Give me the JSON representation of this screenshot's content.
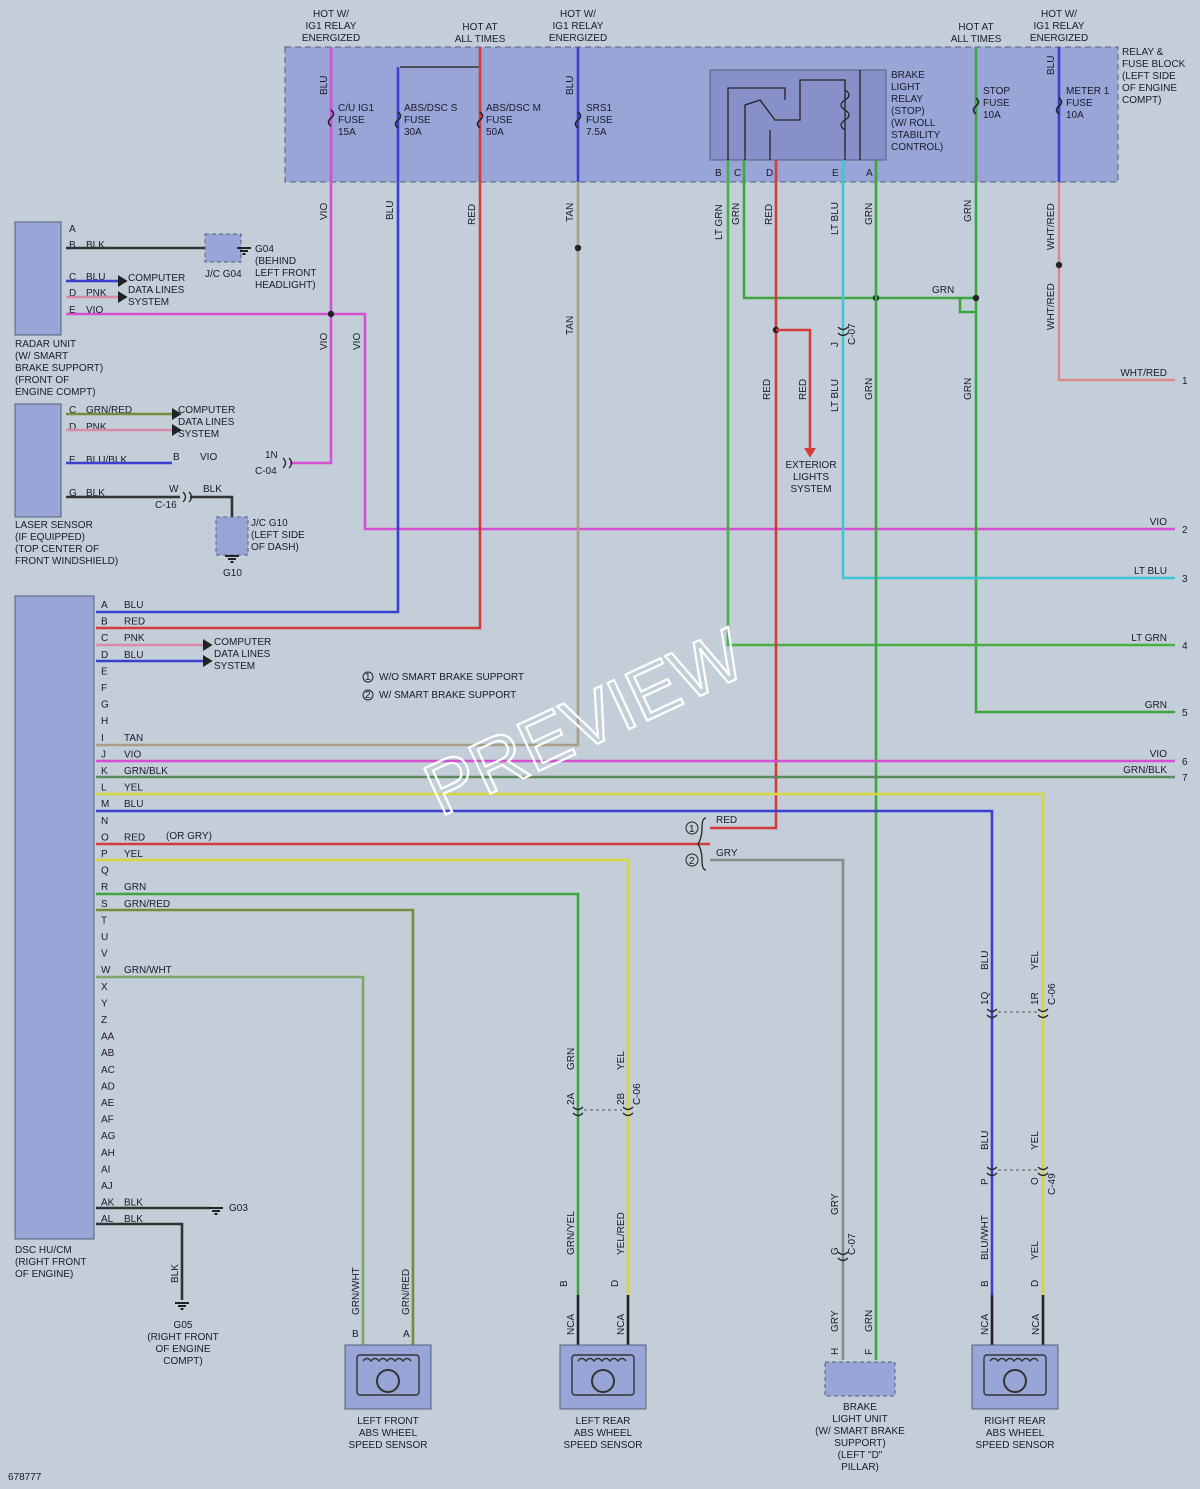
{
  "figure_id": "678777",
  "watermark": "PREVIEW",
  "legend": {
    "note1": "W/O SMART BRAKE SUPPORT",
    "note2": "W/ SMART BRAKE SUPPORT",
    "mark1": "1",
    "mark2": "2"
  },
  "colors": {
    "background": "#c3ced9",
    "block": "#98a5d6",
    "VIO": "#d54fd2",
    "BLU": "#3a3fd0",
    "RED": "#d63a3a",
    "TAN": "#a89e88",
    "GRN": "#3fa63f",
    "LT_GRN": "#46b046",
    "LT_BLU": "#3fc6d6",
    "WHT_RED": "#d98a8a",
    "YEL": "#d6d63f",
    "GRY": "#8a8a8a",
    "BLK": "#333333",
    "GRN_BLK": "#5c8a5c",
    "GRN_RED": "#7a8a3a",
    "GRN_WHT": "#7ea66a",
    "PNK": "#d88aa6"
  },
  "power": {
    "hot_ig1_1": "HOT W/\nIG1 RELAY\nENERGIZED",
    "hot_always_1": "HOT AT\nALL TIMES",
    "hot_ig1_2": "HOT W/\nIG1 RELAY\nENERGIZED",
    "hot_always_2": "HOT AT\nALL TIMES",
    "hot_ig1_3": "HOT W/\nIG1 RELAY\nENERGIZED"
  },
  "fuse_block": {
    "label": "RELAY &\nFUSE BLOCK\n(LEFT SIDE\nOF ENGINE\nCOMPT)",
    "fuses": [
      {
        "name": "C/U IG1\nFUSE\n15A"
      },
      {
        "name": "ABS/DSC S\nFUSE\n30A"
      },
      {
        "name": "ABS/DSC M\nFUSE\n50A"
      },
      {
        "name": "SRS1\nFUSE\n7.5A"
      },
      {
        "name": "STOP\nFUSE\n10A"
      },
      {
        "name": "METER 1\nFUSE\n10A"
      }
    ],
    "relay": "BRAKE\nLIGHT\nRELAY\n(STOP)\n(W/ ROLL\nSTABILITY\nCONTROL)",
    "relay_pins": [
      "B",
      "C",
      "D",
      "E",
      "A"
    ]
  },
  "radar": {
    "label": "RADAR UNIT\n(W/ SMART\nBRAKE SUPPORT)\n(FRONT OF\nENGINE COMPT)",
    "pins": [
      {
        "pin": "A",
        "wire": ""
      },
      {
        "pin": "B",
        "wire": "BLK"
      },
      {
        "pin": "C",
        "wire": "BLU"
      },
      {
        "pin": "D",
        "wire": "PNK"
      },
      {
        "pin": "E",
        "wire": "VIO"
      }
    ],
    "cdls": "COMPUTER\nDATA LINES\nSYSTEM",
    "jc": "J/C G04",
    "ground": "G04\n(BEHIND\nLEFT FRONT\nHEADLIGHT)"
  },
  "laser": {
    "label": "LASER SENSOR\n(IF EQUIPPED)\n(TOP CENTER OF\nFRONT WINDSHIELD)",
    "pins": [
      {
        "pin": "C",
        "wire": "GRN/RED"
      },
      {
        "pin": "D",
        "wire": "PNK"
      },
      {
        "pin": "E",
        "wire": "BLU/BLK"
      },
      {
        "pin": "G",
        "wire": "BLK"
      }
    ],
    "cdls": "COMPUTER\nDATA LINES\nSYSTEM",
    "b_pin": "B",
    "b_wire": "VIO",
    "conn_1n": "1N",
    "c04": "C-04",
    "w_pin": "W",
    "w_wire": "BLK",
    "c16": "C-16",
    "jc": "J/C G10\n(LEFT SIDE\nOF DASH)",
    "ground": "G10"
  },
  "dsc": {
    "label": "DSC HU/CM\n(RIGHT FRONT\nOF ENGINE)",
    "pins": [
      {
        "pin": "A",
        "wire": "BLU"
      },
      {
        "pin": "B",
        "wire": "RED"
      },
      {
        "pin": "C",
        "wire": "PNK"
      },
      {
        "pin": "D",
        "wire": "BLU"
      },
      {
        "pin": "E",
        "wire": ""
      },
      {
        "pin": "F",
        "wire": ""
      },
      {
        "pin": "G",
        "wire": ""
      },
      {
        "pin": "H",
        "wire": ""
      },
      {
        "pin": "I",
        "wire": "TAN"
      },
      {
        "pin": "J",
        "wire": "VIO"
      },
      {
        "pin": "K",
        "wire": "GRN/BLK"
      },
      {
        "pin": "L",
        "wire": "YEL"
      },
      {
        "pin": "M",
        "wire": "BLU"
      },
      {
        "pin": "N",
        "wire": ""
      },
      {
        "pin": "O",
        "wire": "RED"
      },
      {
        "pin": "P",
        "wire": "YEL"
      },
      {
        "pin": "Q",
        "wire": ""
      },
      {
        "pin": "R",
        "wire": "GRN"
      },
      {
        "pin": "S",
        "wire": "GRN/RED"
      },
      {
        "pin": "T",
        "wire": ""
      },
      {
        "pin": "U",
        "wire": ""
      },
      {
        "pin": "V",
        "wire": ""
      },
      {
        "pin": "W",
        "wire": "GRN/WHT"
      },
      {
        "pin": "X",
        "wire": ""
      },
      {
        "pin": "Y",
        "wire": ""
      },
      {
        "pin": "Z",
        "wire": ""
      },
      {
        "pin": "AA",
        "wire": ""
      },
      {
        "pin": "AB",
        "wire": ""
      },
      {
        "pin": "AC",
        "wire": ""
      },
      {
        "pin": "AD",
        "wire": ""
      },
      {
        "pin": "AE",
        "wire": ""
      },
      {
        "pin": "AF",
        "wire": ""
      },
      {
        "pin": "AG",
        "wire": ""
      },
      {
        "pin": "AH",
        "wire": ""
      },
      {
        "pin": "AI",
        "wire": ""
      },
      {
        "pin": "AJ",
        "wire": ""
      },
      {
        "pin": "AK",
        "wire": "BLK"
      },
      {
        "pin": "AL",
        "wire": "BLK"
      }
    ],
    "or_gry": "(OR GRY)",
    "cdls": "COMPUTER\nDATA LINES\nSYSTEM",
    "g03": "G03",
    "g05": "G05\n(RIGHT FRONT\nOF ENGINE\nCOMPT)"
  },
  "right_outputs": [
    {
      "num": "1",
      "wire": "WHT/RED"
    },
    {
      "num": "2",
      "wire": "VIO"
    },
    {
      "num": "3",
      "wire": "LT BLU"
    },
    {
      "num": "4",
      "wire": "LT GRN"
    },
    {
      "num": "5",
      "wire": "GRN"
    },
    {
      "num": "6",
      "wire": "VIO"
    },
    {
      "num": "7",
      "wire": "GRN/BLK"
    }
  ],
  "exterior_lights": "EXTERIOR\nLIGHTS\nSYSTEM",
  "wire_labels": {
    "vio": "VIO",
    "blu": "BLU",
    "red": "RED",
    "tan": "TAN",
    "grn": "GRN",
    "lt_grn": "LT GRN",
    "lt_blu": "LT BLU",
    "wht_red": "WHT/RED",
    "yel": "YEL",
    "gry": "GRY",
    "blk": "BLK",
    "grn_yel": "GRN/YEL",
    "yel_red": "YEL/RED",
    "grn_wht": "GRN/WHT",
    "grn_red": "GRN/RED",
    "blu_wht": "BLU/WHT",
    "nca": "NCA"
  },
  "connectors": {
    "c07": "C-07",
    "c06": "C-06",
    "c49": "C-49",
    "j": "J",
    "g": "G",
    "p1q": "1Q",
    "p1r": "1R",
    "p2a": "2A",
    "p2b": "2B",
    "pp": "P",
    "po": "O"
  },
  "sensors": {
    "lf": {
      "label": "LEFT FRONT\nABS WHEEL\nSPEED SENSOR",
      "pin_b": "B",
      "pin_a": "A"
    },
    "lr": {
      "label": "LEFT REAR\nABS WHEEL\nSPEED SENSOR",
      "pin_b": "B",
      "pin_d": "D"
    },
    "blu": {
      "label": "BRAKE\nLIGHT UNIT\n(W/ SMART BRAKE\nSUPPORT)\n(LEFT \"D\"\nPILLAR)",
      "pin_h": "H",
      "pin_f": "F"
    },
    "rr": {
      "label": "RIGHT REAR\nABS WHEEL\nSPEED SENSOR",
      "pin_b": "B",
      "pin_d": "D"
    }
  }
}
